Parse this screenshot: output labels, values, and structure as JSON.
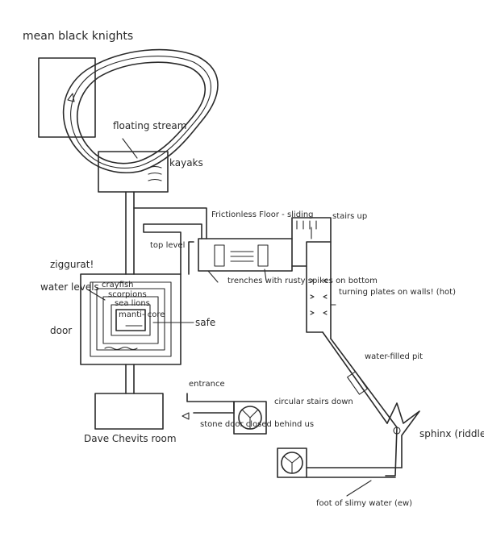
{
  "labels": {
    "mean_black_knights": "mean black knights",
    "floating_stream": "floating stream",
    "kayaks": "kayaks",
    "frictionless_floor": "Frictionless Floor - sliding",
    "stairs_up": "stairs up",
    "top_level": "top level",
    "ziggurat": "ziggurat!",
    "water_levels": "water levels",
    "crayfish": "crayfish",
    "scorpions": "scorpions",
    "sea_lions": "sea lions",
    "manticore": "manti- core",
    "door": "door",
    "safe": "safe",
    "trenches": "trenches with rusty spikes on bottom",
    "turning_plates": "turning plates on walls! (hot)",
    "water_filled_pit": "water-filled pit",
    "entrance": "entrance",
    "stone_door": "stone door closed behind us",
    "circular_stairs": "circular stairs down",
    "sphinx": "sphinx (riddle)",
    "dave_room": "Dave Chevits room",
    "slimy_water": "foot of slimy water (ew)"
  }
}
